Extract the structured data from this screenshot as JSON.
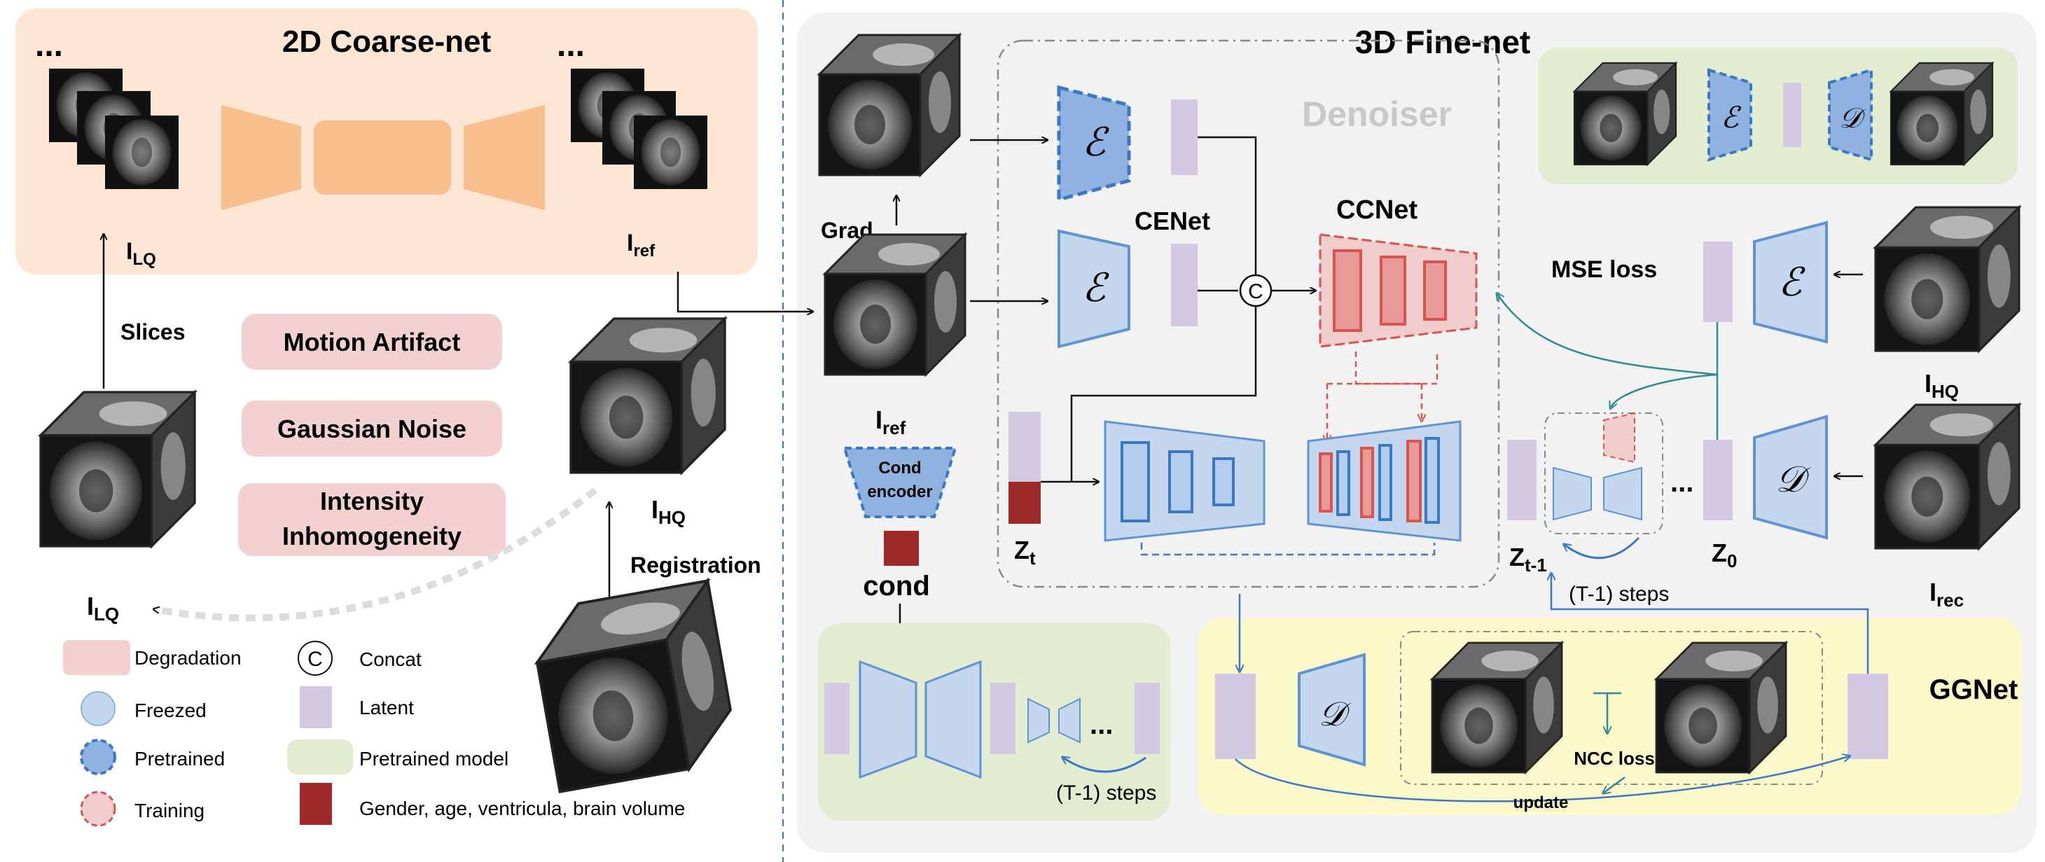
{
  "coarse": {
    "title": "2D Coarse-net",
    "ellipsis_left": "...",
    "ellipsis_right": "...",
    "label_lq": "I",
    "label_lq_sub": "LQ",
    "label_ref": "I",
    "label_ref_sub": "ref"
  },
  "left": {
    "slices": "Slices",
    "degradations": [
      "Motion Artifact",
      "Gaussian Noise",
      "Intensity",
      "Inhomogeneity"
    ],
    "label_lq": "I",
    "label_lq_sub": "LQ",
    "label_hq": "I",
    "label_hq_sub": "HQ",
    "registration": "Registration"
  },
  "legend": {
    "degradation": "Degradation",
    "freezed": "Freezed",
    "pretrained": "Pretrained",
    "training": "Training",
    "concat_symbol": "C",
    "concat": "Concat",
    "latent": "Latent",
    "pretrained_model": "Pretrained model",
    "cond_attrs": "Gender, age, ventricula, brain volume"
  },
  "fine": {
    "title": "3D Fine-net",
    "denoiser": "Denoiser",
    "grad": "Grad",
    "iref": "I",
    "iref_sub": "ref",
    "cond_encoder_1": "Cond",
    "cond_encoder_2": "encoder",
    "cond": "cond",
    "cenet": "CENet",
    "ccnet": "CCNet",
    "concat_symbol": "C",
    "enc_symbol": "ℰ",
    "dec_symbol": "𝒟",
    "zt": "Z",
    "zt_sub": "t",
    "zt1": "Z",
    "zt1_sub": "t-1",
    "z0": "Z",
    "z0_sub": "0",
    "mse": "MSE loss",
    "ellipsis": "...",
    "steps_mid": "(T-1) steps",
    "steps_bottom": "(T-1) steps",
    "bottom_ellipsis": "...",
    "ihq": "I",
    "ihq_sub": "HQ",
    "irec": "I",
    "irec_sub": "rec",
    "ggnet": "GGNet",
    "ncc": "NCC loss",
    "update": "update"
  },
  "colors": {
    "coarse_bg": "#fde6d3",
    "fine_bg": "#f2f2f2",
    "green": "#e1ecd0",
    "yellow": "#fbf9c9",
    "blue_fill": "#c5d7ef",
    "blue_stroke": "#5f93d3",
    "pink_fill": "#f1cccc",
    "red": "#d9534f",
    "latent": "#d4c9e2",
    "cond_red": "#9e2a2a",
    "orange": "#f9be8e",
    "teal": "#2d8a96"
  }
}
